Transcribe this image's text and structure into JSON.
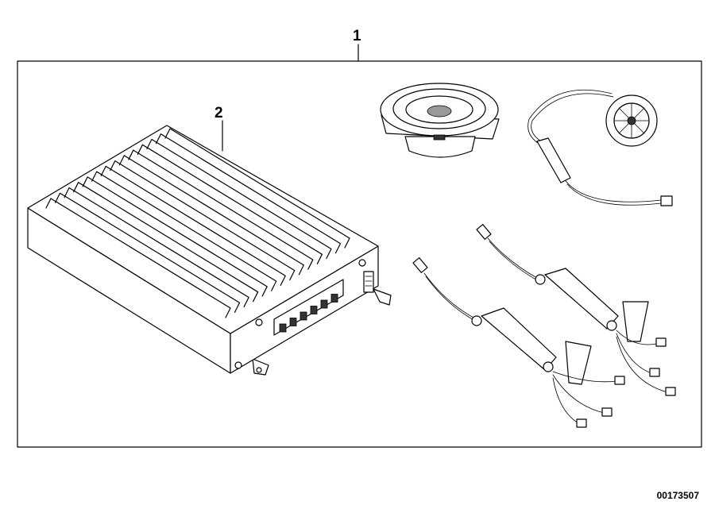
{
  "diagram": {
    "callouts": {
      "kit": "1",
      "amplifier": "2"
    },
    "document_number": "00173507"
  }
}
